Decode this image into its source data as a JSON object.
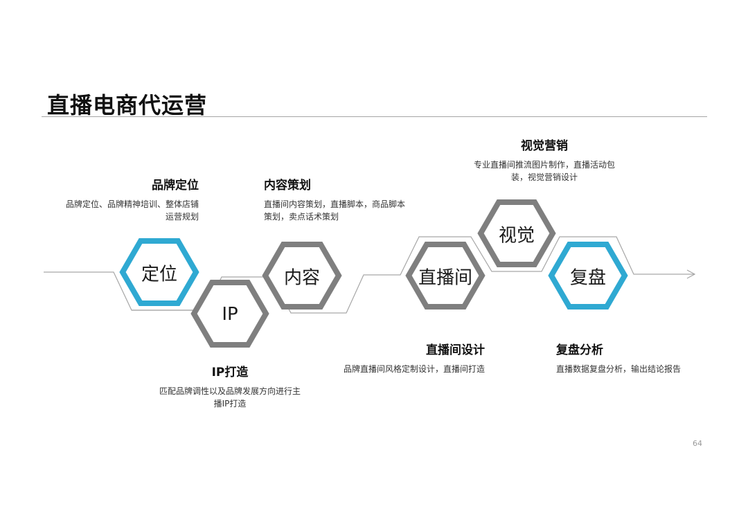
{
  "title": "直播电商代运营",
  "colors": {
    "accent_blue": "#2fa9d2",
    "hex_gray": "#7f7f7f",
    "outline_gray": "#a6a6a6"
  },
  "hexagons": [
    {
      "id": "dingwei",
      "label": "定位",
      "color": "blue"
    },
    {
      "id": "ip",
      "label": "IP",
      "color": "gray"
    },
    {
      "id": "neirong",
      "label": "内容",
      "color": "gray"
    },
    {
      "id": "zhibojian",
      "label": "直播间",
      "color": "gray"
    },
    {
      "id": "shijue",
      "label": "视觉",
      "color": "gray"
    },
    {
      "id": "fupan",
      "label": "复盘",
      "color": "blue"
    }
  ],
  "blocks": [
    {
      "heading": "品牌定位",
      "desc_lines": [
        "品牌定位、品牌精神培训、整体店铺",
        "运营规划"
      ]
    },
    {
      "heading": "IP打造",
      "desc_lines": [
        "匹配品牌调性以及品牌发展方向进行主",
        "播IP打造"
      ]
    },
    {
      "heading": "内容策划",
      "desc_lines": [
        "直播间内容策划，直播脚本，商品脚本",
        "策划，卖点话术策划"
      ]
    },
    {
      "heading": "直播间设计",
      "desc_lines": [
        "品牌直播间风格定制设计，直播间打造"
      ]
    },
    {
      "heading": "视觉营销",
      "desc_lines": [
        "专业直播间推流图片制作，直播活动包",
        "装，视觉营销设计"
      ]
    },
    {
      "heading": "复盘分析",
      "desc_lines": [
        "直播数据复盘分析，输出结论报告"
      ]
    }
  ],
  "page_number": "64"
}
